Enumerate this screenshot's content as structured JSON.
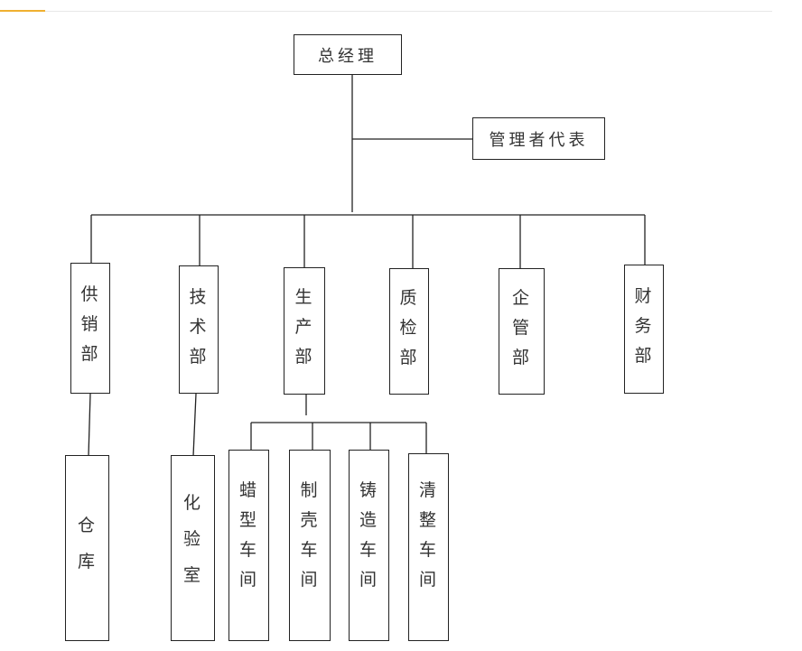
{
  "org": {
    "top": "总经理",
    "rep": "管理者代表",
    "depts": {
      "supply": "供\n销\n部",
      "tech": "技\n术\n部",
      "prod": "生\n产\n部",
      "qc": "质\n检\n部",
      "mgmt": "企\n管\n部",
      "finance": "财\n务\n部"
    },
    "subs": {
      "warehouse": "仓\n库",
      "lab": "化\n验\n室",
      "wax": "蜡\n型\n车\n间",
      "shell": "制\n壳\n车\n间",
      "cast": "铸\n造\n车\n间",
      "clean": "清\n整\n车\n间"
    }
  }
}
